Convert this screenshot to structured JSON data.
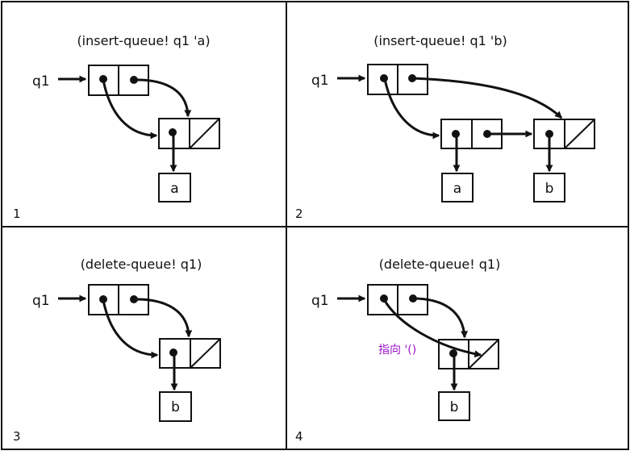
{
  "colors": {
    "ink": "#111111",
    "note": "#9b16c8",
    "background": "#ffffff"
  },
  "panels": [
    {
      "number": "1",
      "caption": "(insert-queue! q1 'a)",
      "pointer_label": "q1",
      "boxes": [
        "a"
      ]
    },
    {
      "number": "2",
      "caption": "(insert-queue! q1 'b)",
      "pointer_label": "q1",
      "boxes": [
        "a",
        "b"
      ]
    },
    {
      "number": "3",
      "caption": "(delete-queue! q1)",
      "pointer_label": "q1",
      "boxes": [
        "b"
      ]
    },
    {
      "number": "4",
      "caption": "(delete-queue! q1)",
      "pointer_label": "q1",
      "boxes": [
        "b"
      ],
      "note": "指向 '()"
    }
  ]
}
